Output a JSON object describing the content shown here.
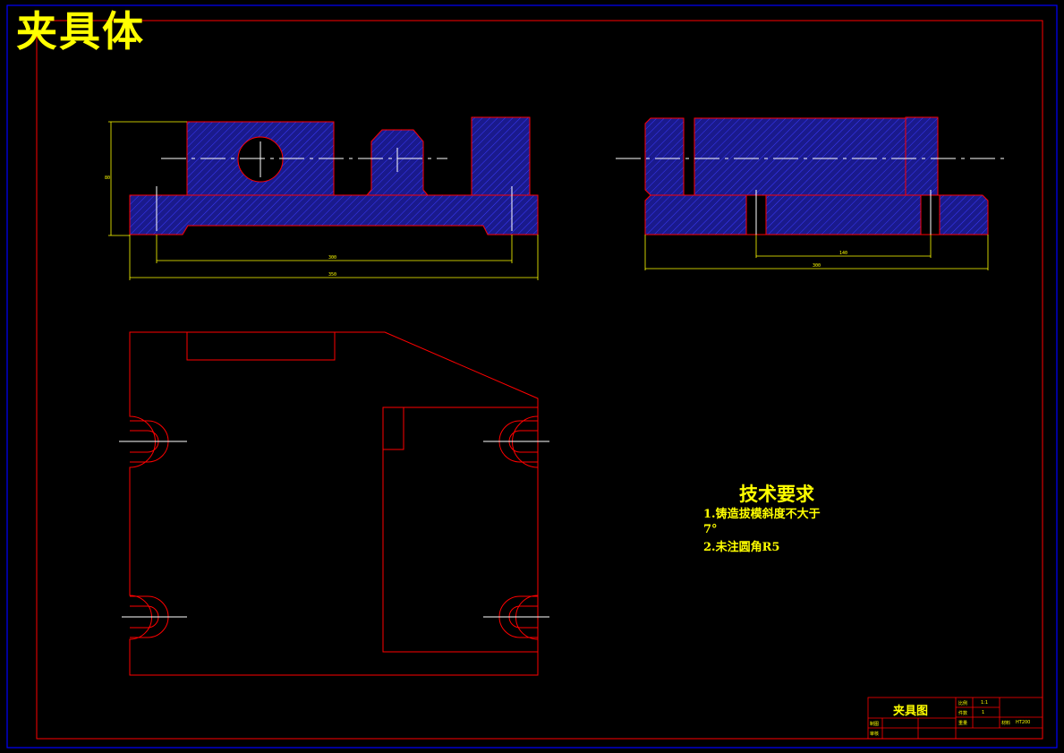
{
  "drawing": {
    "part_title": "夹具体",
    "technical_requirements": {
      "heading": "技术要求",
      "items": [
        "1.铸造拔模斜度不大于",
        "7°",
        "2.未注圆角R5"
      ]
    },
    "title_block": {
      "drawing_name": "夹具图",
      "scale_label": "比例",
      "scale_value": "1:1",
      "count_label": "件数",
      "count_value": "1",
      "weight_label": "重量",
      "material_label": "材料",
      "material_value": "HT200",
      "drawn_label": "制图",
      "reviewed_label": "审核"
    },
    "dimensions": {
      "front_height": "80",
      "front_inner_length": "300",
      "front_total_length": "350",
      "side_inner_length": "140",
      "side_total_length": "300"
    },
    "colors": {
      "outline": "#ff0000",
      "hatch_fill": "#1a1a8c",
      "hatch_line": "#0000ff",
      "text": "#ffff00",
      "center_line": "#ffffff",
      "frame_outer": "#0000ff"
    }
  }
}
